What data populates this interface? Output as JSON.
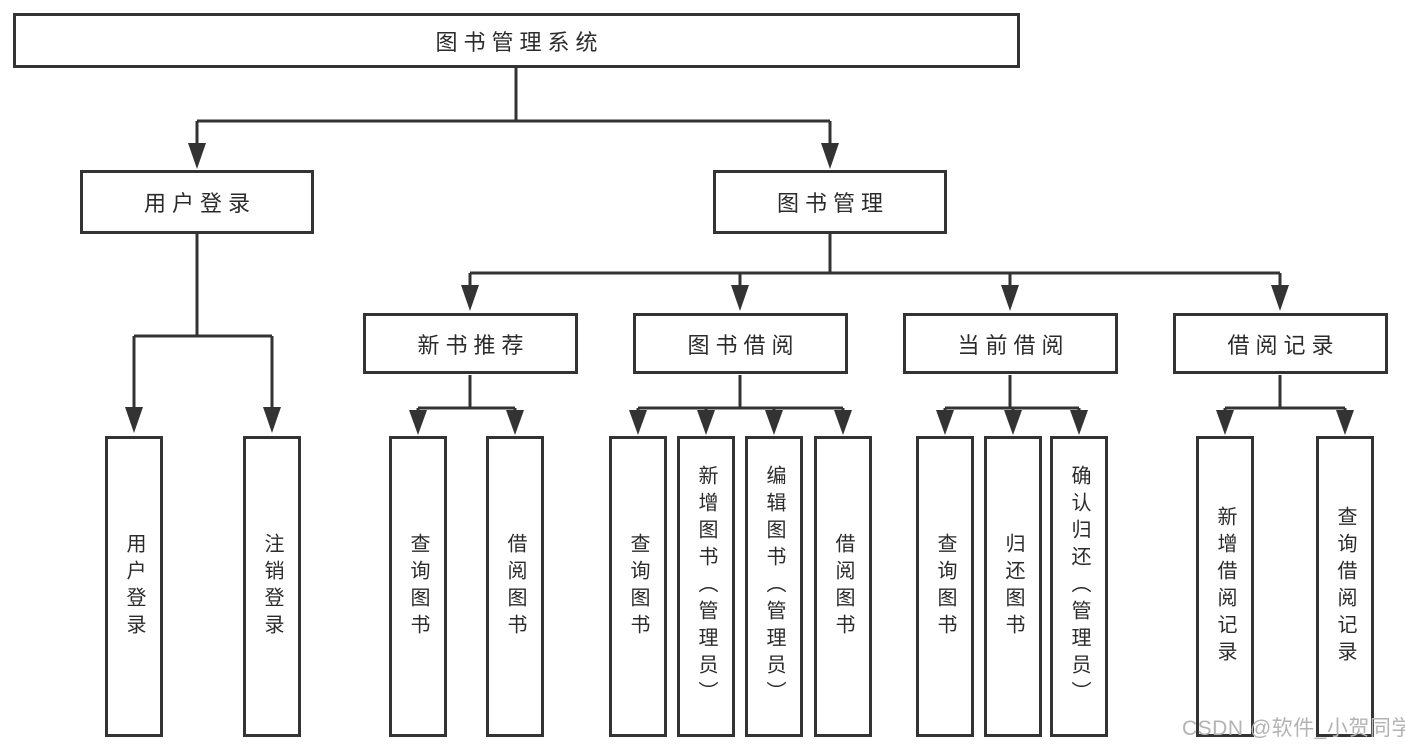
{
  "diagram": {
    "type": "hierarchy-tree",
    "colors": {
      "line": "#333333",
      "box_border": "#333333",
      "text": "#2b2b2b",
      "background": "#ffffff",
      "watermark": "#b3b3b3"
    }
  },
  "nodes": {
    "root": {
      "label": "图书管理系统"
    },
    "user_login": {
      "label": "用户登录"
    },
    "book_mgmt": {
      "label": "图书管理"
    },
    "new_book_rec": {
      "label": "新书推荐"
    },
    "book_borrow": {
      "label": "图书借阅"
    },
    "current_borrow": {
      "label": "当前借阅"
    },
    "borrow_records": {
      "label": "借阅记录"
    },
    "ul_user_login": {
      "label": "用户登录"
    },
    "ul_logout": {
      "label": "注销登录"
    },
    "nbr_query_books": {
      "label": "查询图书"
    },
    "nbr_borrow_books": {
      "label": "借阅图书"
    },
    "bb_query_books": {
      "label": "查询图书"
    },
    "bb_add_books": {
      "label": "新增图书（管理员）"
    },
    "bb_edit_books": {
      "label": "编辑图书（管理员）"
    },
    "bb_borrow_books": {
      "label": "借阅图书"
    },
    "cb_query_books": {
      "label": "查询图书"
    },
    "cb_return_books": {
      "label": "归还图书"
    },
    "cb_confirm_return": {
      "label": "确认归还（管理员）"
    },
    "br_add_record": {
      "label": "新增借阅记录"
    },
    "br_query_record": {
      "label": "查询借阅记录"
    }
  },
  "hierarchy": {
    "root": "图书管理系统",
    "children": [
      {
        "label": "用户登录",
        "children": [
          "用户登录",
          "注销登录"
        ]
      },
      {
        "label": "图书管理",
        "children": [
          {
            "label": "新书推荐",
            "children": [
              "查询图书",
              "借阅图书"
            ]
          },
          {
            "label": "图书借阅",
            "children": [
              "查询图书",
              "新增图书（管理员）",
              "编辑图书（管理员）",
              "借阅图书"
            ]
          },
          {
            "label": "当前借阅",
            "children": [
              "查询图书",
              "归还图书",
              "确认归还（管理员）"
            ]
          },
          {
            "label": "借阅记录",
            "children": [
              "新增借阅记录",
              "查询借阅记录"
            ]
          }
        ]
      }
    ]
  },
  "watermark": {
    "text": "CSDN @软件_小贺同学"
  }
}
